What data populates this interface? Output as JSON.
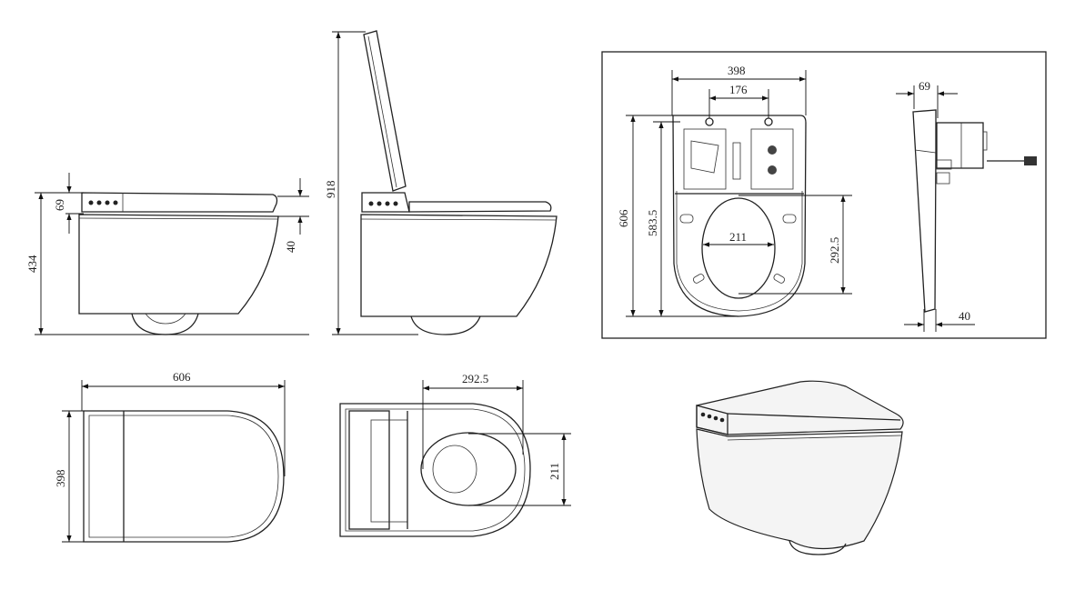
{
  "views": {
    "side_closed": {
      "height_lid": "69",
      "total_height": "434",
      "offset": "40"
    },
    "side_open": {
      "total_height": "918"
    },
    "rear_view": {
      "width": "398",
      "hole_spacing": "176",
      "height": "606",
      "inner_height": "583.5",
      "seat_width": "211",
      "seat_length": "292.5"
    },
    "rear_side": {
      "depth_top": "69",
      "depth_bottom": "40"
    },
    "top_view": {
      "length": "606",
      "width": "398"
    },
    "bottom_view": {
      "opening_length": "292.5",
      "opening_width": "211"
    }
  }
}
